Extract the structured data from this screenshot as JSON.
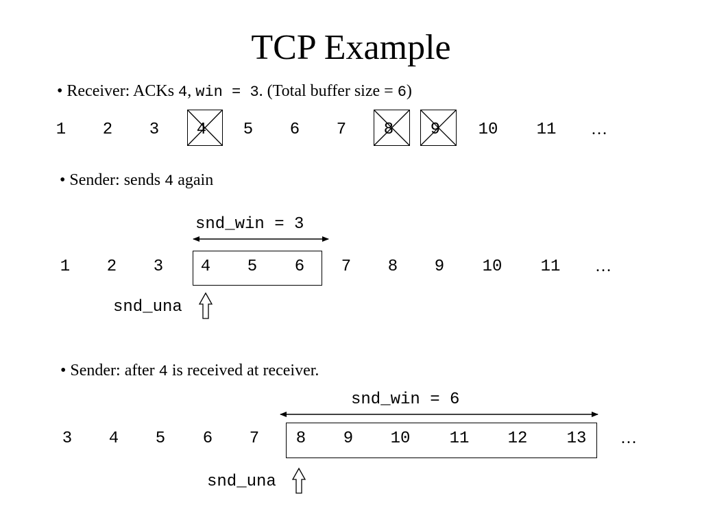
{
  "title": "TCP Example",
  "receiver": {
    "bullet_prefix": "• Receiver: ACKs ",
    "ack_value": "4",
    "comma": ", ",
    "win_text": "win = 3",
    "bullet_mid": ". (Total buffer size = ",
    "buffer_size": "6",
    "bullet_suffix": ")",
    "sequence": [
      "1",
      "2",
      "3",
      "4",
      "5",
      "6",
      "7",
      "8",
      "9",
      "10",
      "11",
      "…"
    ],
    "crossed_items": [
      "4",
      "8",
      "9"
    ]
  },
  "resend": {
    "bullet_prefix": "• Sender: sends ",
    "value": "4",
    "bullet_suffix": " again",
    "window_label": "snd_win = 3",
    "sequence": [
      "1",
      "2",
      "3",
      "4",
      "5",
      "6",
      "7",
      "8",
      "9",
      "10",
      "11",
      "…"
    ],
    "window_items": [
      "4",
      "5",
      "6"
    ],
    "pointer_label": "snd_una"
  },
  "after": {
    "bullet_prefix": "• Sender: after ",
    "value": "4",
    "bullet_suffix": " is received at receiver.",
    "window_label": "snd_win = 6",
    "sequence": [
      "3",
      "4",
      "5",
      "6",
      "7",
      "8",
      "9",
      "10",
      "11",
      "12",
      "13",
      "…"
    ],
    "window_items": [
      "8",
      "9",
      "10",
      "11",
      "12",
      "13"
    ],
    "pointer_label": "snd_una"
  }
}
